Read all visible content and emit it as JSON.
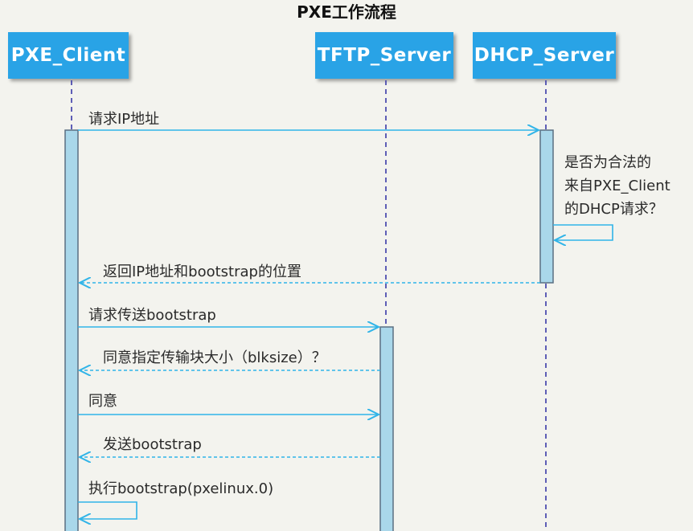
{
  "title": "PXE工作流程",
  "participants": {
    "client": "PXE_Client",
    "tftp": "TFTP_Server",
    "dhcp": "DHCP_Server"
  },
  "messages": {
    "m1": "请求IP地址",
    "m2_note": [
      "是否为合法的",
      "来自PXE_Client",
      "的DHCP请求？"
    ],
    "m3": "返回IP地址和bootstrap的位置",
    "m4": "请求传送bootstrap",
    "m5": "同意指定传输块大小（blksize）？",
    "m6": "同意",
    "m7": "发送bootstrap",
    "m8": "执行bootstrap(pxelinux.0)"
  },
  "colors": {
    "participant_fill": "#29a3e6",
    "activation_fill": "#a9d7ea",
    "activation_border": "#5a6f82",
    "arrow": "#30b4e8",
    "lifeline": "#3a3aa8",
    "background": "#f3f3ee"
  }
}
